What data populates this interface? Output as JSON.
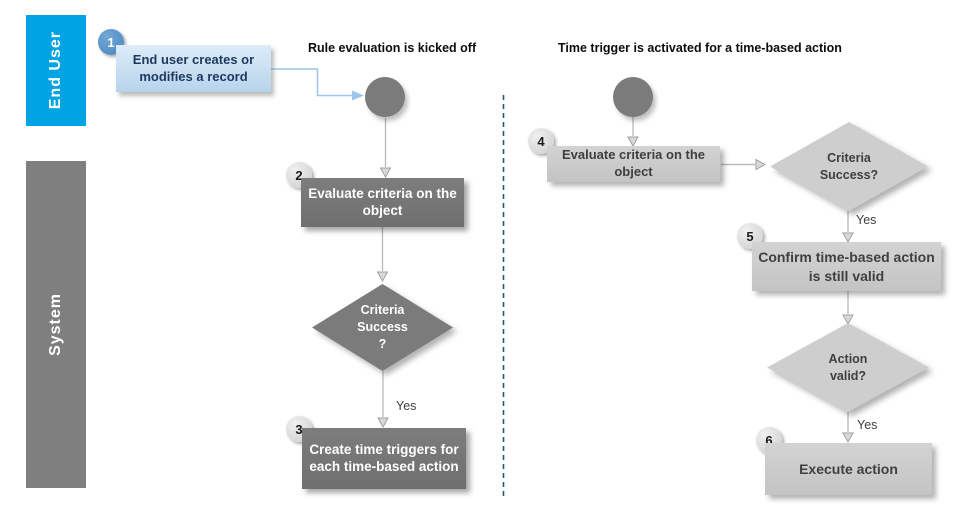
{
  "lanes": [
    {
      "label": "End User"
    },
    {
      "label": "System"
    }
  ],
  "left_flow": {
    "title": "Rule evaluation is kicked off",
    "create_record": {
      "badge": "1",
      "label": "End user creates or modifies a record"
    },
    "evaluate_criteria": {
      "badge": "2",
      "label": "Evaluate criteria on the object"
    },
    "criteria_success": {
      "line1": "Criteria",
      "line2": "Success",
      "line3": "?"
    },
    "yes_label": "Yes",
    "create_triggers": {
      "badge": "3",
      "label": "Create time triggers for each time-based action"
    }
  },
  "right_flow": {
    "title": "Time trigger is activated for a time-based action",
    "evaluate_criteria": {
      "badge": "4",
      "label": "Evaluate criteria on the object"
    },
    "criteria_success": {
      "line1": "Criteria",
      "line2": "Success?"
    },
    "yes_label_1": "Yes",
    "confirm_valid": {
      "badge": "5",
      "label": "Confirm time-based action is still valid"
    },
    "action_valid": {
      "line1": "Action",
      "line2": "valid?"
    },
    "yes_label_2": "Yes",
    "execute_action": {
      "badge": "6",
      "label": "Execute action"
    }
  },
  "colors": {
    "end_user_lane": "#00A3E3",
    "system_lane": "#7F7F7F",
    "dark_node": "#747474",
    "light_node": "#CBCBCB",
    "highlight_box": "#BDD7EE",
    "badge_blue": "#4D8FC6",
    "badge_gray": "#D9D9D9",
    "connector_gray": "#BDBDBD",
    "connector_blue": "#9DC6E8",
    "divider_teal": "#1F5C73"
  }
}
